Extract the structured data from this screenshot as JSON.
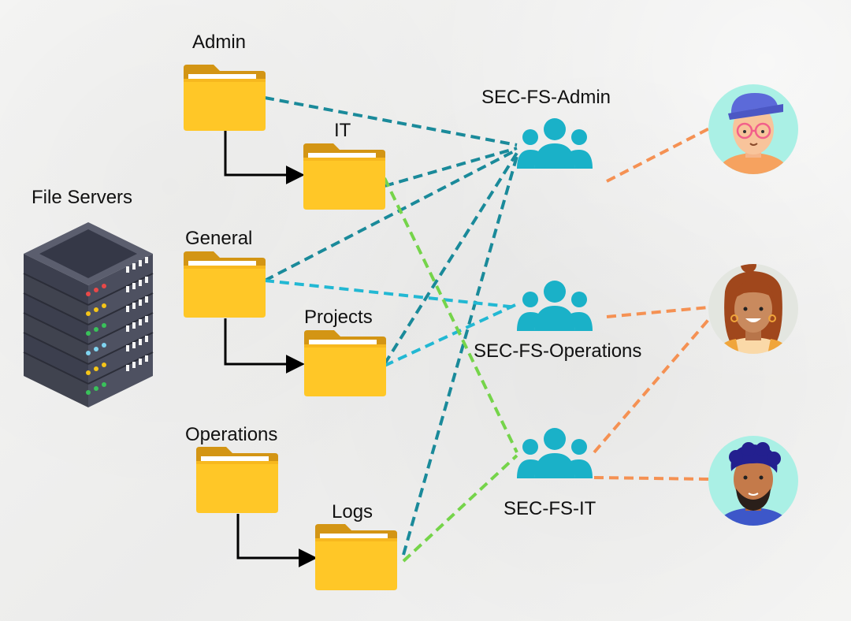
{
  "server": {
    "label": "File Servers"
  },
  "folders": {
    "admin": "Admin",
    "it": "IT",
    "general": "General",
    "projects": "Projects",
    "operations": "Operations",
    "logs": "Logs"
  },
  "groups": {
    "admin": "SEC-FS-Admin",
    "operations": "SEC-FS-Operations",
    "it": "SEC-FS-IT"
  },
  "colors": {
    "folder": "#ffc727",
    "folder_tab": "#d39514",
    "admin_line": "#1a8a9a",
    "operations_line": "#22b8d3",
    "it_line": "#75d44a",
    "user_line": "#f59153",
    "group_icon": "#1ab1c8"
  },
  "icons": [
    "server-icon",
    "folder-icon",
    "user-group-icon",
    "user-avatar-icon"
  ]
}
